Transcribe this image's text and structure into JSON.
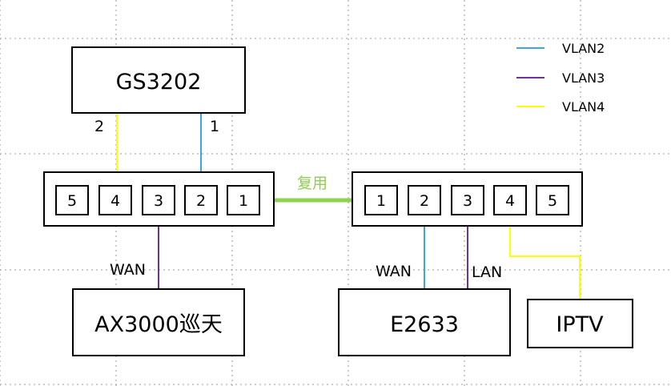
{
  "colors": {
    "vlan2": "#3ba7e0",
    "vlan3": "#7030a0",
    "vlan4": "#ffff00",
    "trunk": "#92d050",
    "grid": "#9a9a9a"
  },
  "legend": [
    {
      "label": "VLAN2",
      "color": "#3ba7e0"
    },
    {
      "label": "VLAN3",
      "color": "#7030a0"
    },
    {
      "label": "VLAN4",
      "color": "#ffff00"
    }
  ],
  "devices": {
    "gs3202": "GS3202",
    "ax3000": "AX3000巡天",
    "e2633": "E2633",
    "iptv": "IPTV"
  },
  "left_switch_ports": [
    "5",
    "4",
    "3",
    "2",
    "1"
  ],
  "right_switch_ports": [
    "1",
    "2",
    "3",
    "4",
    "5"
  ],
  "links": {
    "gs_port2": "2",
    "gs_port1": "1",
    "mux_label": "复用",
    "ax_wan": "WAN",
    "e_wan": "WAN",
    "e_lan": "LAN"
  }
}
